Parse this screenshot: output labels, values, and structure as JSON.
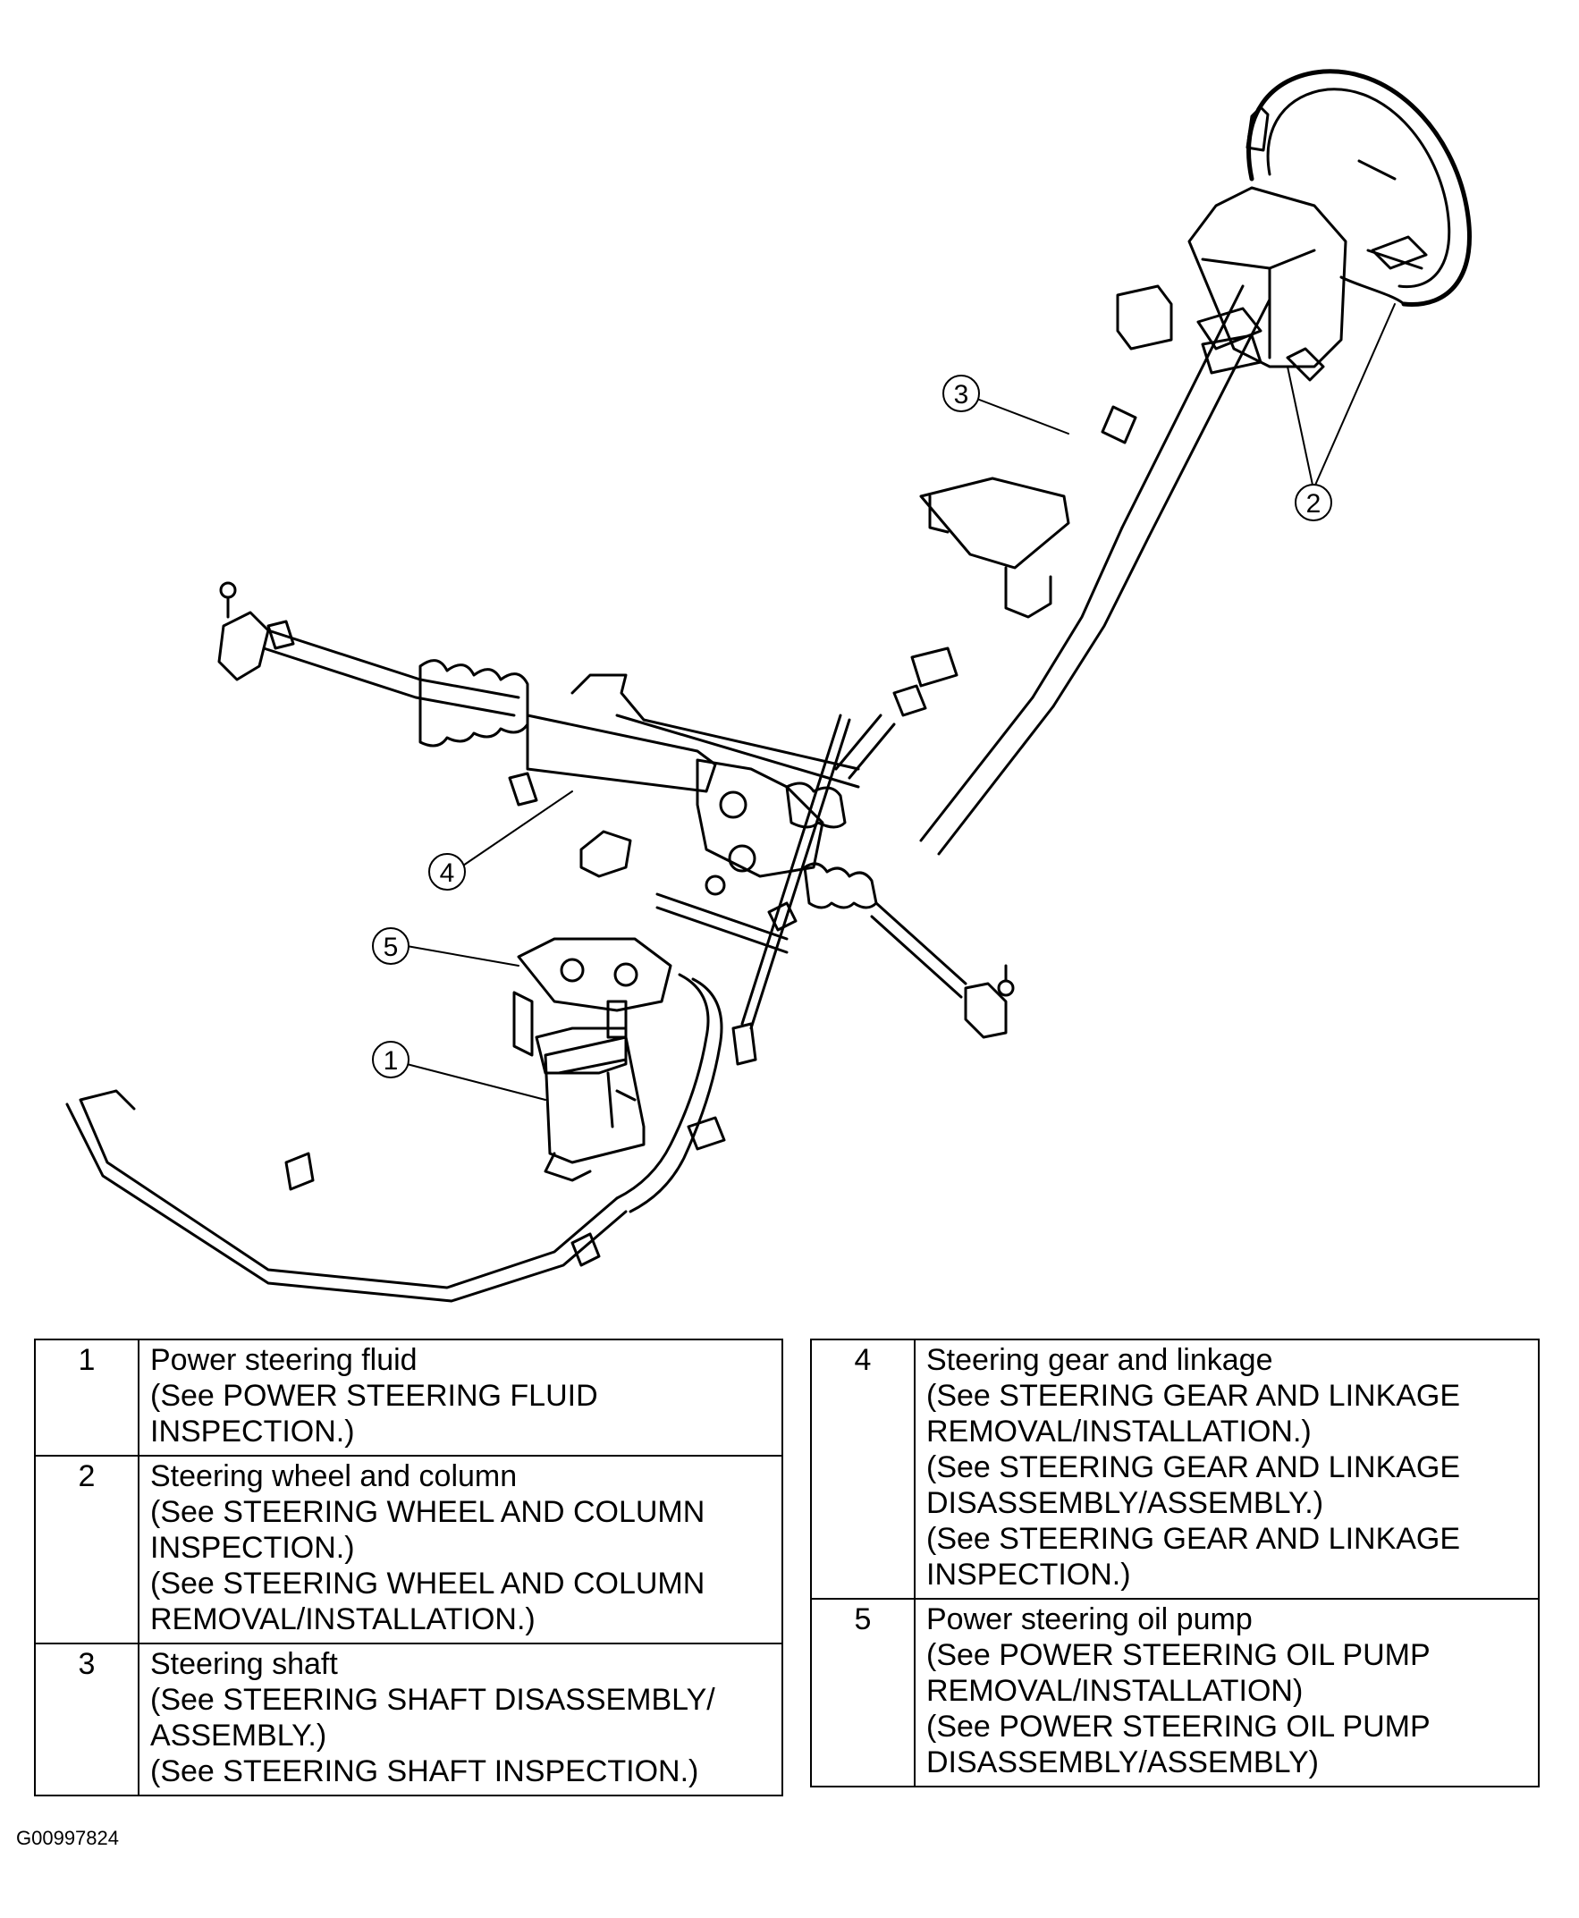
{
  "callouts": {
    "c1": "1",
    "c2": "2",
    "c3": "3",
    "c4": "4",
    "c5": "5"
  },
  "legend_left": [
    {
      "num": "1",
      "lines": [
        "Power steering fluid",
        "(See POWER STEERING FLUID",
        "INSPECTION.)"
      ]
    },
    {
      "num": "2",
      "lines": [
        "Steering wheel and column",
        "(See STEERING WHEEL AND COLUMN",
        "INSPECTION.)",
        "(See STEERING WHEEL AND COLUMN",
        "REMOVAL/INSTALLATION.)"
      ]
    },
    {
      "num": "3",
      "lines": [
        "Steering shaft",
        "(See STEERING SHAFT DISASSEMBLY/",
        "ASSEMBLY.)",
        "(See STEERING SHAFT INSPECTION.)"
      ]
    }
  ],
  "legend_right": [
    {
      "num": "4",
      "lines": [
        "Steering gear and linkage",
        "(See STEERING GEAR AND LINKAGE",
        "REMOVAL/INSTALLATION.)",
        "(See STEERING GEAR AND LINKAGE",
        "DISASSEMBLY/ASSEMBLY.)",
        "(See STEERING GEAR AND LINKAGE",
        "INSPECTION.)"
      ]
    },
    {
      "num": "5",
      "lines": [
        "Power steering oil pump",
        "(See POWER STEERING OIL PUMP",
        "REMOVAL/INSTALLATION)",
        "(See POWER STEERING OIL PUMP",
        "DISASSEMBLY/ASSEMBLY)"
      ]
    }
  ],
  "figure_id": "G00997824"
}
